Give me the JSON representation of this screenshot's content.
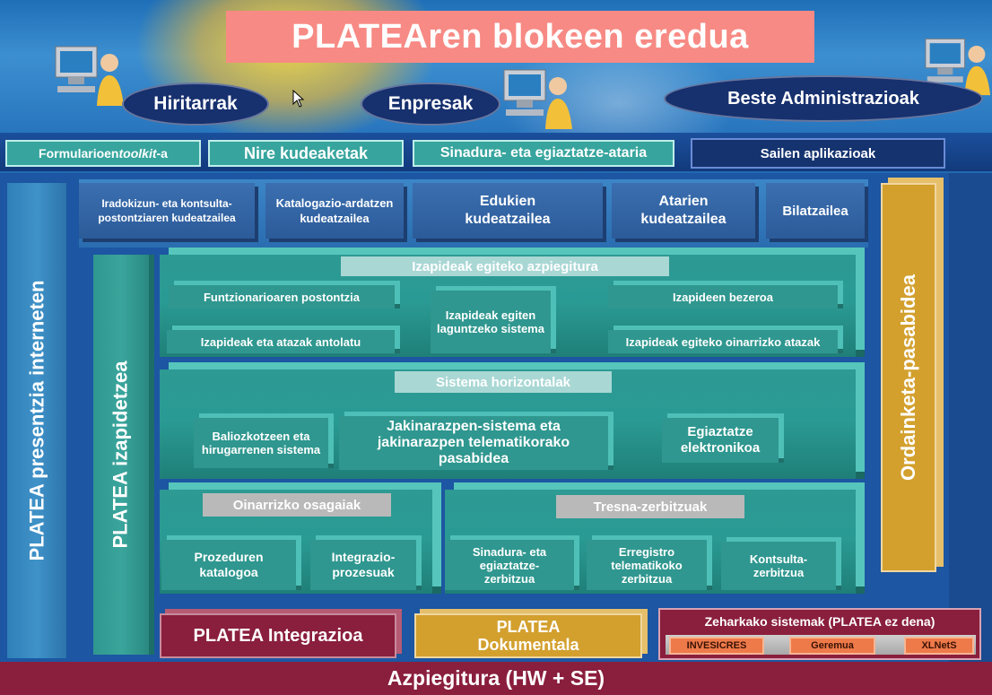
{
  "title": "PLATEAren blokeen eredua",
  "audiences": [
    "Hiritarrak",
    "Enpresak",
    "Beste Administrazioak"
  ],
  "channels": {
    "forms_prefix": "Formularioen ",
    "forms_italic": "toolkit",
    "forms_suffix": "-a",
    "my_procedures": "Nire kudeaketak",
    "signature_portal": "Sinadura- eta egiaztatze-ataria",
    "dept_apps": "Sailen aplikazioak"
  },
  "side_bars": {
    "internet": "PLATEA presentzia interneten",
    "processing": "PLATEA izapidetzea",
    "payment": "Ordainketa-pasabidea"
  },
  "managers": [
    "Iradokizun- eta kontsulta-postontziaren kudeatzailea",
    "Katalogazio-ardatzen kudeatzailea",
    "Edukien kudeatzailea",
    "Atarien kudeatzailea",
    "Bilatzailea"
  ],
  "infra_section": {
    "title": "Izapideak egiteko azpiegitura",
    "items": [
      "Funtzionarioaren postontzia",
      "Izapideak egiten laguntzeko sistema",
      "Izapideen bezeroa",
      "Izapideak eta atazak antolatu",
      "Izapideak egiteko oinarrizko atazak"
    ]
  },
  "horizontal_section": {
    "title": "Sistema horizontalak",
    "items": [
      "Baliozkotzeen eta hirugarrenen sistema",
      "Jakinarazpen-sistema eta jakinarazpen telematikorako pasabidea",
      "Egiaztatze elektronikoa"
    ]
  },
  "base_section": {
    "title": "Oinarrizko osagaiak",
    "items": [
      "Prozeduren katalogoa",
      "Integrazio-prozesuak"
    ]
  },
  "tools_section": {
    "title": "Tresna-zerbitzuak",
    "items": [
      "Sinadura- eta egiaztatze-zerbitzua",
      "Erregistro telematikoko zerbitzua",
      "Kontsulta-zerbitzua"
    ]
  },
  "bottom_blocks": {
    "integration": "PLATEA Integrazioa",
    "documentary": "PLATEA Dokumentala",
    "external_title": "Zeharkako sistemak (PLATEA ez dena)",
    "external_items": [
      "INVESICRES",
      "Geremua",
      "XLNetS"
    ]
  },
  "infrastructure": "Azpiegitura (HW + SE)",
  "colors": {
    "title_bg": "#f78a84",
    "teal": "#2f978f",
    "navy": "#17306e",
    "crimson": "#8a1e3d",
    "gold": "#d3a02e"
  }
}
